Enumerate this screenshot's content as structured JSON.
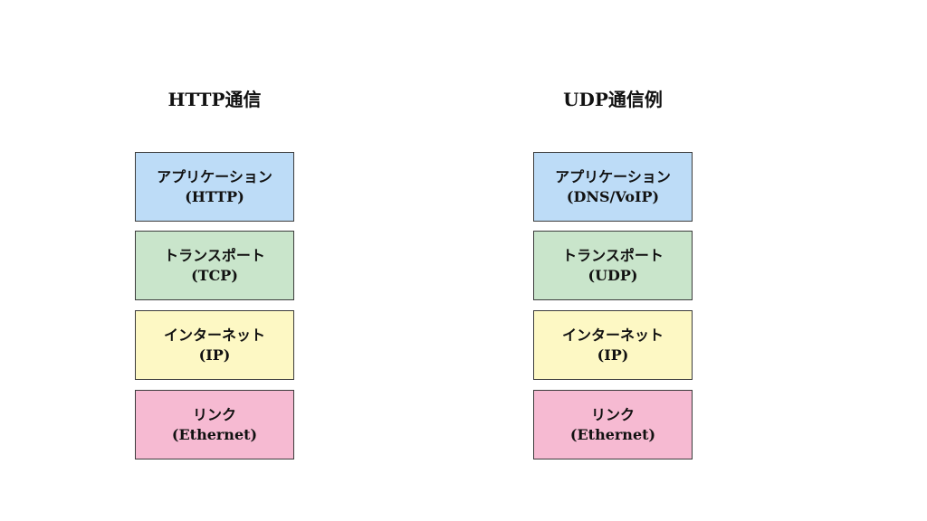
{
  "stacks": [
    {
      "title": "HTTP通信",
      "layers": [
        {
          "name": "アプリケーション",
          "protocol": "(HTTP)",
          "color": "#bddcf7"
        },
        {
          "name": "トランスポート",
          "protocol": "(TCP)",
          "color": "#c9e5cb"
        },
        {
          "name": "インターネット",
          "protocol": "(IP)",
          "color": "#fdf8c4"
        },
        {
          "name": "リンク",
          "protocol": "(Ethernet)",
          "color": "#f6bad2"
        }
      ]
    },
    {
      "title": "UDP通信例",
      "layers": [
        {
          "name": "アプリケーション",
          "protocol": "(DNS/VoIP)",
          "color": "#bddcf7"
        },
        {
          "name": "トランスポート",
          "protocol": "(UDP)",
          "color": "#c9e5cb"
        },
        {
          "name": "インターネット",
          "protocol": "(IP)",
          "color": "#fdf8c4"
        },
        {
          "name": "リンク",
          "protocol": "(Ethernet)",
          "color": "#f6bad2"
        }
      ]
    }
  ]
}
